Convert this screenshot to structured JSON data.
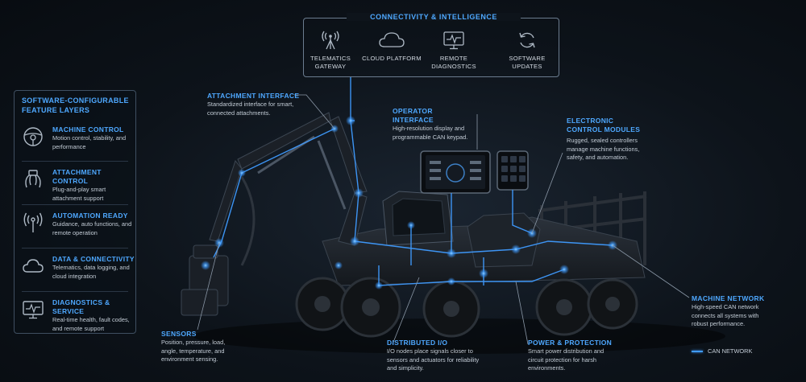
{
  "connectivity": {
    "title": "CONNECTIVITY & INTELLIGENCE",
    "items": [
      {
        "label": "TELEMATICS GATEWAY",
        "icon": "antenna-icon"
      },
      {
        "label": "CLOUD PLATFORM",
        "icon": "cloud-icon"
      },
      {
        "label": "REMOTE DIAGNOSTICS",
        "icon": "monitor-pulse-icon"
      },
      {
        "label": "SOFTWARE UPDATES",
        "icon": "refresh-icon"
      }
    ]
  },
  "features": {
    "title": "SOFTWARE-CONFIGURABLE FEATURE LAYERS",
    "items": [
      {
        "title": "MACHINE CONTROL",
        "desc": "Motion control, stability, and performance",
        "icon": "steering-wheel-icon"
      },
      {
        "title": "ATTACHMENT CONTROL",
        "desc": "Plug-and-play smart attachment support",
        "icon": "grapple-icon"
      },
      {
        "title": "AUTOMATION READY",
        "desc": "Guidance, auto functions, and remote operation",
        "icon": "signal-icon"
      },
      {
        "title": "DATA & CONNECTIVITY",
        "desc": "Telematics, data logging, and cloud integration",
        "icon": "cloud-icon"
      },
      {
        "title": "DIAGNOSTICS & SERVICE",
        "desc": "Real-time health, fault codes, and remote support",
        "icon": "monitor-pulse-icon"
      }
    ]
  },
  "callouts": {
    "attachment_interface": {
      "title": "ATTACHMENT INTERFACE",
      "desc": "Standardized interface for smart, connected attachments."
    },
    "operator_interface": {
      "title": "OPERATOR INTERFACE",
      "desc": "High-resolution display and programmable CAN keypad."
    },
    "ecm": {
      "title": "ELECTRONIC CONTROL MODULES",
      "desc": "Rugged, sealed controllers manage machine functions, safety, and automation."
    },
    "machine_network": {
      "title": "MACHINE NETWORK",
      "desc": "High-speed CAN network connects all systems with robust performance."
    },
    "sensors": {
      "title": "SENSORS",
      "desc": "Position, pressure, load, angle, temperature, and environment sensing."
    },
    "distributed_io": {
      "title": "DISTRIBUTED I/O",
      "desc": "I/O nodes place signals closer to sensors and actuators for reliability and simplicity."
    },
    "power_protection": {
      "title": "POWER & PROTECTION",
      "desc": "Smart power distribution and circuit protection for harsh environments."
    }
  },
  "legend": {
    "label": "CAN NETWORK"
  },
  "colors": {
    "accent": "#4ea8ff",
    "network": "#3f9bff",
    "background": "#0b1016"
  }
}
